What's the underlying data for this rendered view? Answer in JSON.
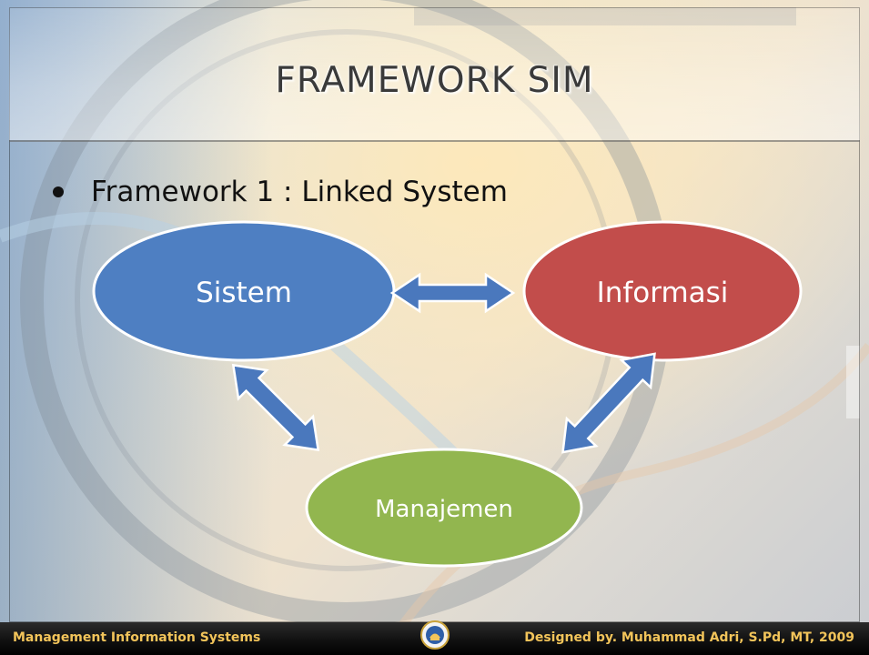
{
  "slide": {
    "title": "FRAMEWORK SIM",
    "bullet": "Framework 1 : Linked System"
  },
  "diagram": {
    "nodes": [
      {
        "id": "sistem",
        "label": "Sistem",
        "color": "#4e7fc2"
      },
      {
        "id": "informasi",
        "label": "Informasi",
        "color": "#c24d4b"
      },
      {
        "id": "manajemen",
        "label": "Manajemen",
        "color": "#92b64f"
      }
    ],
    "arrow_color": "#4a78bd"
  },
  "footer": {
    "left_text": "Management Information Systems",
    "right_text": "Designed by. Muhammad Adri, S.Pd, MT, 2009",
    "logo": "university-seal-icon"
  }
}
